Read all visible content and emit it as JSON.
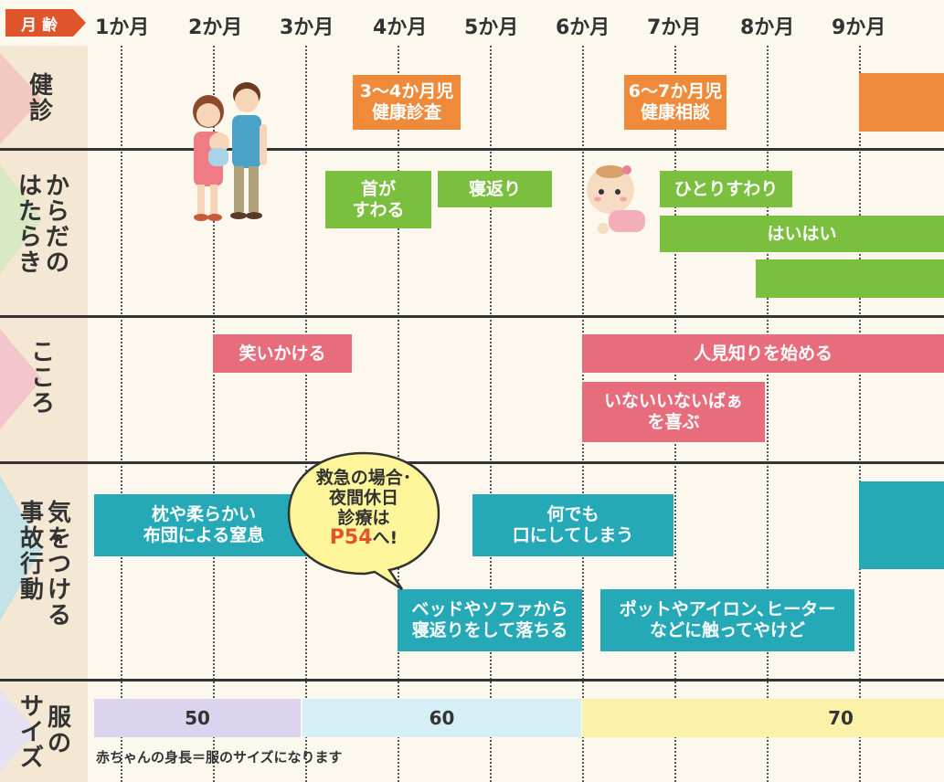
{
  "header": {
    "age_badge": "月 齢",
    "months": [
      "1か月",
      "2か月",
      "3か月",
      "4か月",
      "5か月",
      "6か月",
      "7か月",
      "8か月",
      "9か月"
    ]
  },
  "rows": {
    "checkup": {
      "label_col1": "健診"
    },
    "body": {
      "label_col1": "はたらき",
      "label_col2": "からだの"
    },
    "mind": {
      "label_col1": "こころ"
    },
    "accident": {
      "label_col1": "事故・行動",
      "label_col2": "気をつける"
    },
    "size": {
      "label_col1": "サイズ",
      "label_col2": "服の"
    }
  },
  "checkup_bars": {
    "b1": "3〜4か月児\n健康診査",
    "b2": "6〜7か月児\n健康相談"
  },
  "body_bars": {
    "b1": "首が\nすわる",
    "b2": "寝返り",
    "b3": "ひとりすわり",
    "b4": "はいはい"
  },
  "mind_bars": {
    "b1": "笑いかける",
    "b2": "人見知りを始める",
    "b3": "いないいないばぁ\nを喜ぶ"
  },
  "accident_bars": {
    "b1": "枕や柔らかい\n布団による窒息",
    "b2": "何でも\n口にしてしまう",
    "b3": "ベッドやソファから\n寝返りをして落ちる",
    "b4": "ポットやアイロン､ヒーター\nなどに触ってやけど"
  },
  "bubble": {
    "line1": "救急の場合･",
    "line2": "夜間休日",
    "line3": "診療は",
    "ref": "P54",
    "suffix": "へ!"
  },
  "size_values": {
    "s1": "50",
    "s2": "60",
    "s3": "70"
  },
  "size_note": "赤ちゃんの身長＝服のサイズになります",
  "colors": {
    "orange": "#ef8a3a",
    "green": "#7bbf3f",
    "pink": "#e76d7d",
    "teal": "#26a9b6",
    "badge": "#e0542c"
  }
}
